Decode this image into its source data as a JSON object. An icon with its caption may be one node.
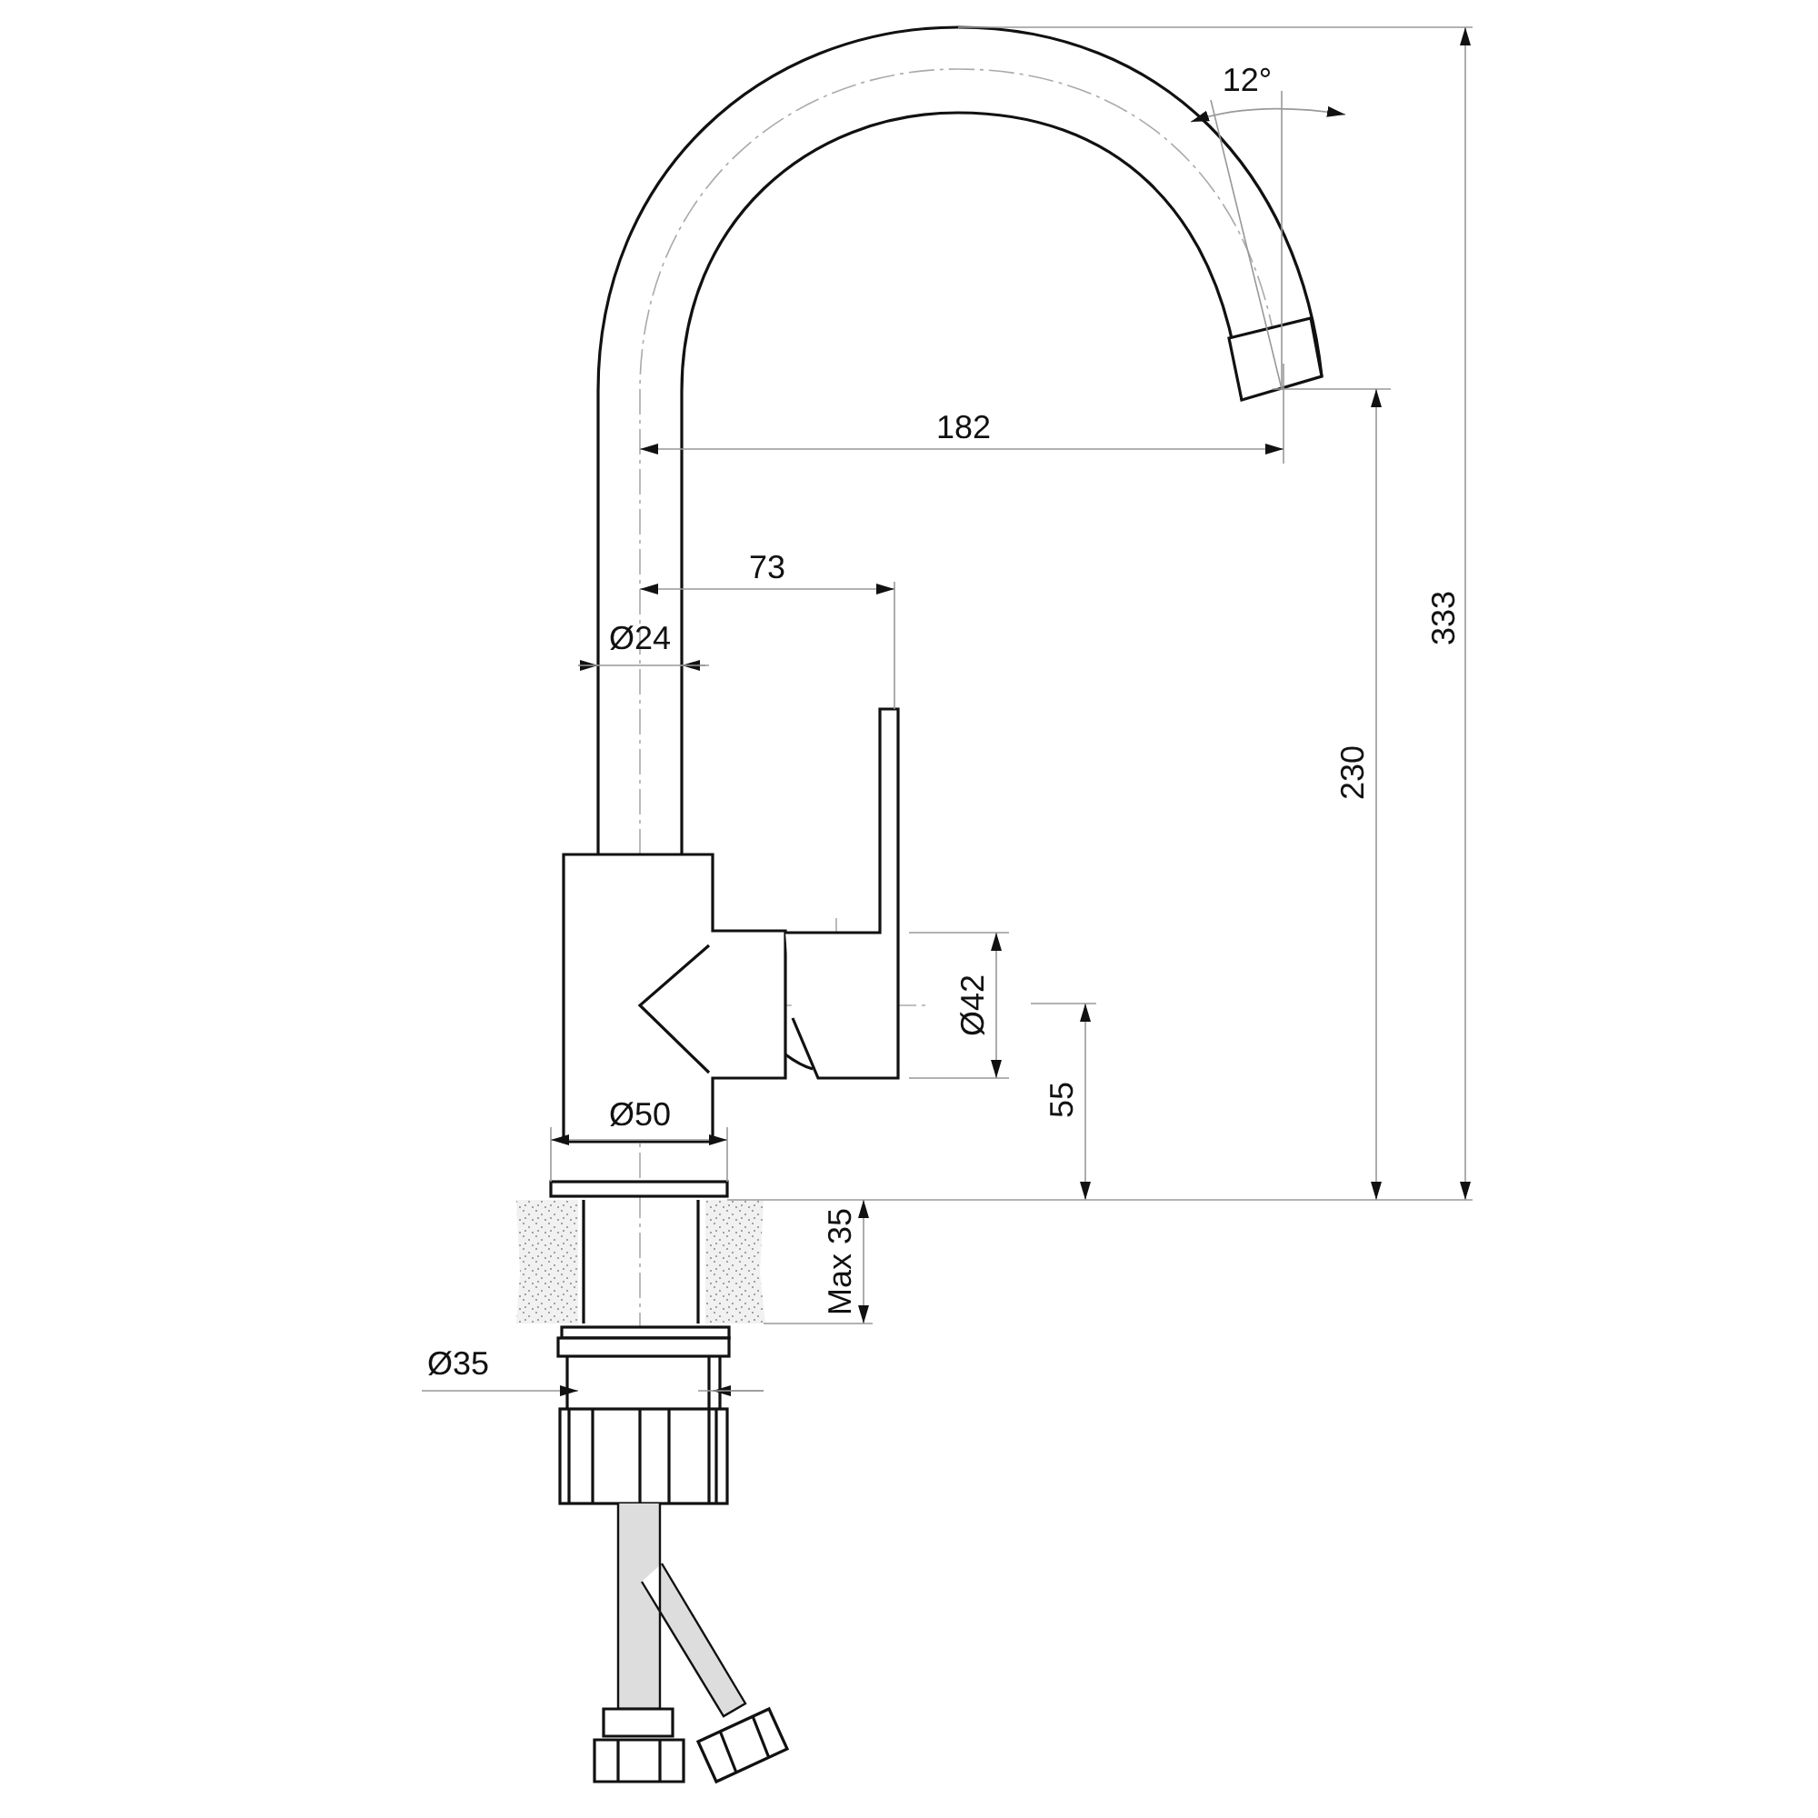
{
  "diagram": {
    "labels": [
      "12°",
      "182",
      "73",
      "Ø24",
      "333",
      "230",
      "Ø42",
      "55",
      "Ø50",
      "Max 35",
      "Ø35"
    ]
  }
}
